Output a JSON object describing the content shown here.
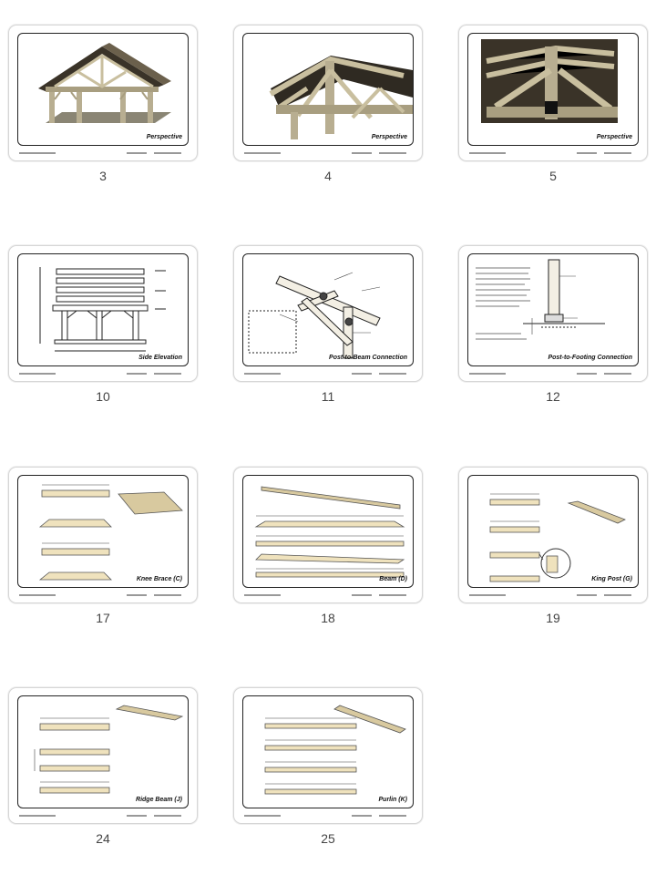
{
  "pages": [
    {
      "number": "3",
      "caption": "Perspective"
    },
    {
      "number": "4",
      "caption": "Perspective"
    },
    {
      "number": "5",
      "caption": "Perspective"
    },
    {
      "number": "10",
      "caption": "Side Elevation"
    },
    {
      "number": "11",
      "caption": "Post-to-Beam Connection"
    },
    {
      "number": "12",
      "caption": "Post-to-Footing Connection"
    },
    {
      "number": "17",
      "caption": "Knee Brace (C)"
    },
    {
      "number": "18",
      "caption": "Beam (D)"
    },
    {
      "number": "19",
      "caption": "King Post (G)"
    },
    {
      "number": "24",
      "caption": "Ridge Beam (J)"
    },
    {
      "number": "25",
      "caption": "Purlin (K)"
    }
  ]
}
